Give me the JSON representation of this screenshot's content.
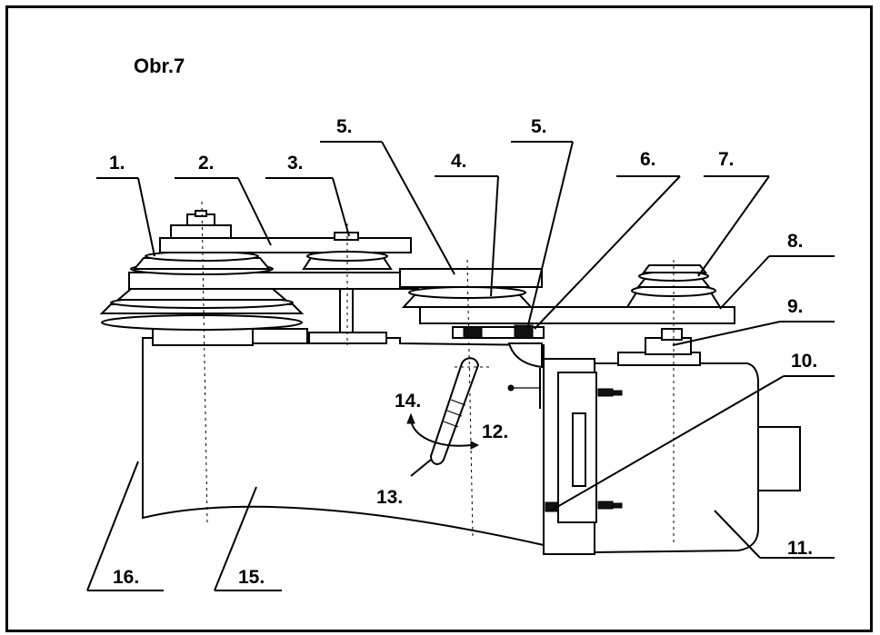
{
  "title": "Obr.7",
  "labels": {
    "l1": "1.",
    "l2": "2.",
    "l3": "3.",
    "l4": "4.",
    "l5a": "5.",
    "l5b": "5.",
    "l6": "6.",
    "l7": "7.",
    "l8": "8.",
    "l9": "9.",
    "l10": "10.",
    "l11": "11.",
    "l12": "12.",
    "l13": "13.",
    "l14": "14.",
    "l15": "15.",
    "l16": "16."
  }
}
